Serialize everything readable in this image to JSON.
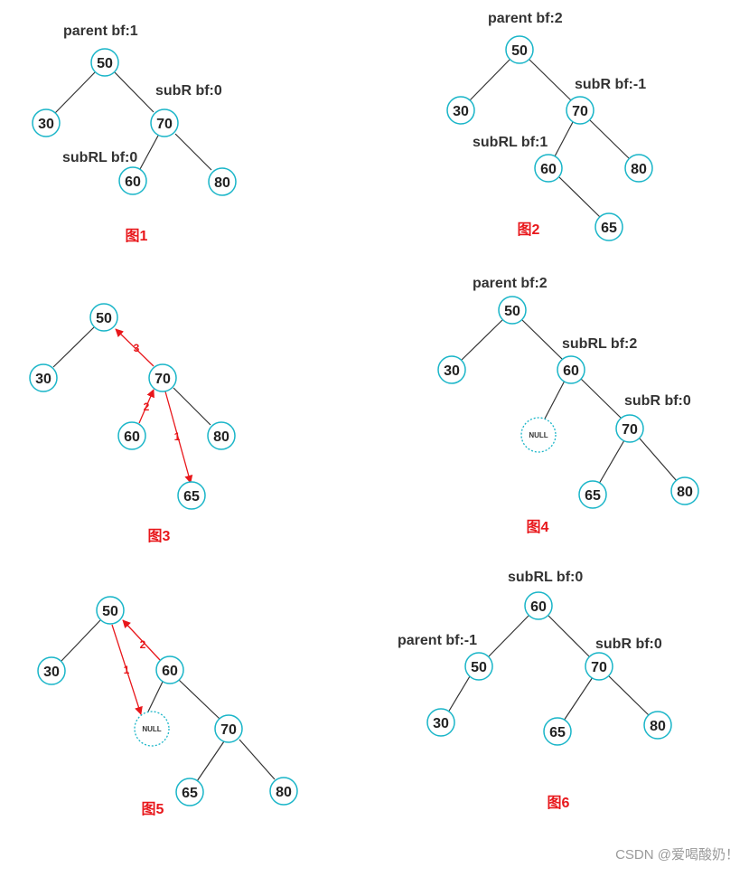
{
  "diagrams": {
    "fig1": {
      "caption": "图1",
      "labels": {
        "parent": "parent bf:1",
        "subR": "subR bf:0",
        "subRL": "subRL bf:0"
      },
      "nodes": {
        "n50": "50",
        "n30": "30",
        "n70": "70",
        "n60": "60",
        "n80": "80"
      }
    },
    "fig2": {
      "caption": "图2",
      "labels": {
        "parent": "parent bf:2",
        "subR": "subR bf:-1",
        "subRL": "subRL bf:1"
      },
      "nodes": {
        "n50": "50",
        "n30": "30",
        "n70": "70",
        "n60": "60",
        "n80": "80",
        "n65": "65"
      }
    },
    "fig3": {
      "caption": "图3",
      "arrow_labels": {
        "a1": "1",
        "a2": "2",
        "a3": "3"
      },
      "nodes": {
        "n50": "50",
        "n30": "30",
        "n70": "70",
        "n60": "60",
        "n80": "80",
        "n65": "65"
      }
    },
    "fig4": {
      "caption": "图4",
      "labels": {
        "parent": "parent bf:2",
        "subRL": "subRL bf:2",
        "subR": "subR bf:0"
      },
      "nodes": {
        "n50": "50",
        "n30": "30",
        "n60": "60",
        "null": "NULL",
        "n70": "70",
        "n65": "65",
        "n80": "80"
      }
    },
    "fig5": {
      "caption": "图5",
      "arrow_labels": {
        "a1": "1",
        "a2": "2"
      },
      "nodes": {
        "n50": "50",
        "n30": "30",
        "n60": "60",
        "null": "NULL",
        "n70": "70",
        "n65": "65",
        "n80": "80"
      }
    },
    "fig6": {
      "caption": "图6",
      "labels": {
        "subRL": "subRL bf:0",
        "parent": "parent bf:-1",
        "subR": "subR bf:0"
      },
      "nodes": {
        "n60": "60",
        "n50": "50",
        "n70": "70",
        "n30": "30",
        "n65": "65",
        "n80": "80"
      }
    }
  },
  "watermark": "CSDN @爱喝酸奶！",
  "colors": {
    "node_stroke": "#19b5c8",
    "arrow": "#e8171b",
    "caption": "#e8171b",
    "edge": "#333333"
  }
}
